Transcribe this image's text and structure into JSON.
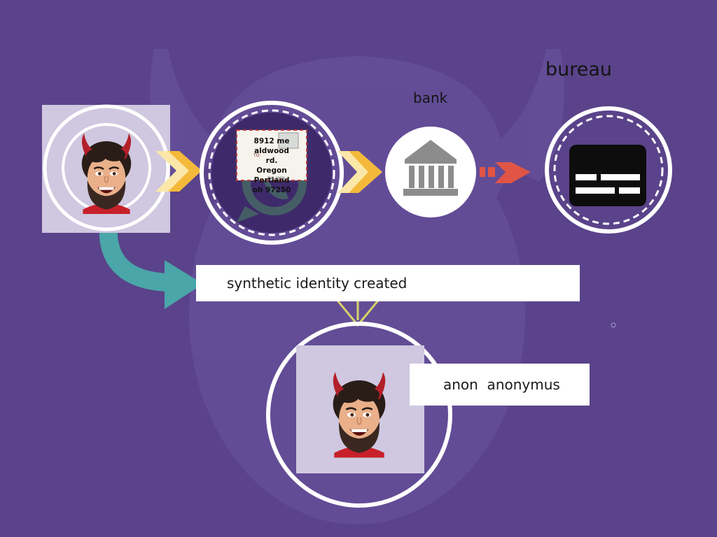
{
  "labels": {
    "bureau": "bureau",
    "bank": "bank",
    "synthetic_banner": "synthetic identity created",
    "identity_name": "anon  anonymus"
  },
  "letter": {
    "line1": "8912 me aldwood",
    "line2": "rd.",
    "line3": "Oregon Portland",
    "line4": "oh 97250",
    "to_mark": "TO:",
    "from_line": "PHIL ANON"
  },
  "icons": {
    "avatar": "devil-avatar-icon",
    "whatsapp": "whatsapp-icon",
    "mail": "letter-envelope-icon",
    "bank": "bank-building-icon",
    "bureau": "credit-bureau-icon",
    "chevron": "chevron-arrow-icon",
    "curved_arrow": "curved-arrow-icon",
    "down_arrow": "down-arrow-icon"
  },
  "colors": {
    "background": "#5a438a",
    "ghost_face": "#6c55a0",
    "avatar_box": "#cfc8e0",
    "ring": "#ffffff",
    "chevron_yellow": "#f4b93a",
    "chevron_pale": "#fbe7a8",
    "red_arrow": "#e05545",
    "teal_arrow": "#4aa6a8",
    "bureau_icon": "#0d0d0d",
    "whatsapp_grey": "#455e66",
    "bank_grey": "#8c8c8c"
  }
}
